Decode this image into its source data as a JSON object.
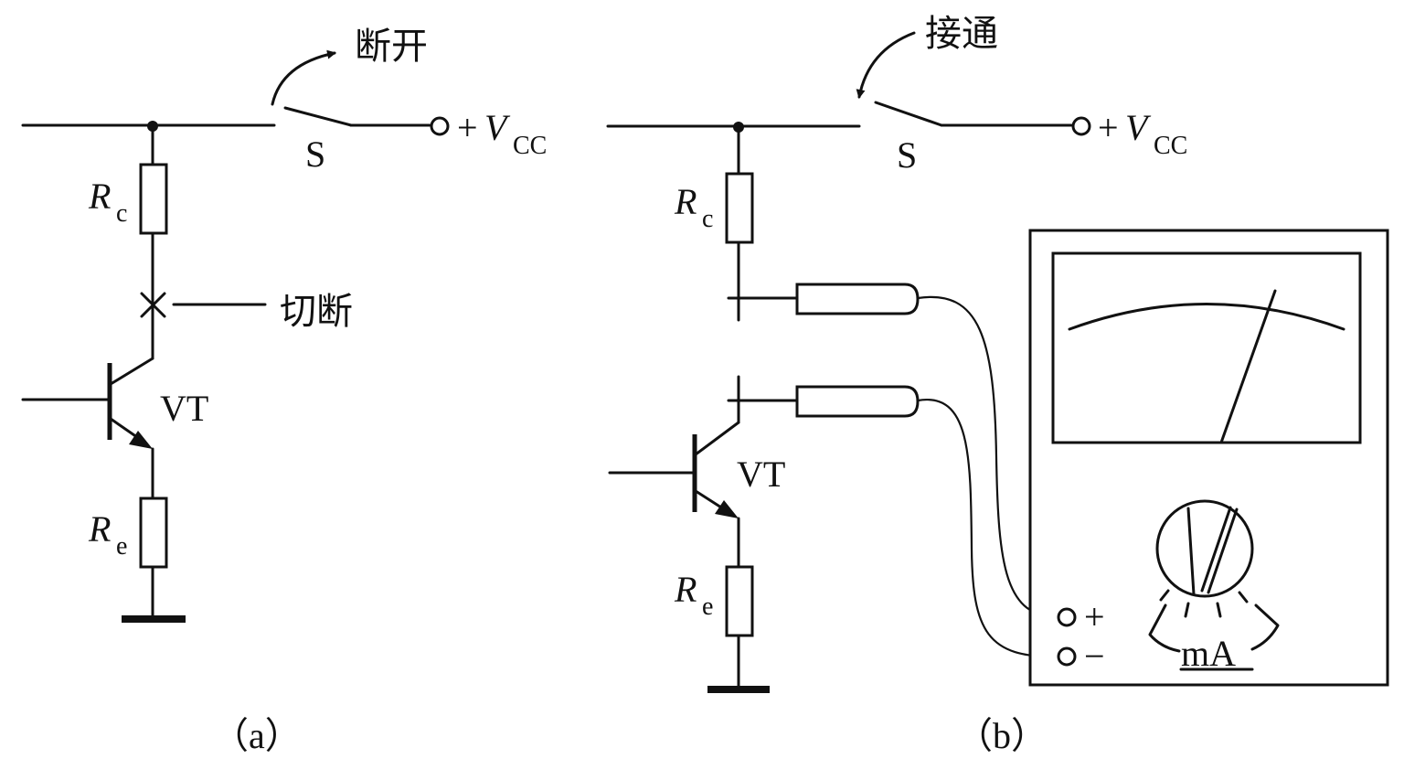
{
  "panel_a": {
    "switch_label": "S",
    "switch_state": "断开",
    "vcc_prefix": "+",
    "vcc_symbol": "V",
    "vcc_sub": "CC",
    "rc_symbol": "R",
    "rc_sub": "c",
    "cut_label": "切断",
    "transistor_label": "VT",
    "re_symbol": "R",
    "re_sub": "e",
    "caption": "（a）"
  },
  "panel_b": {
    "switch_label": "S",
    "switch_state": "接通",
    "vcc_prefix": "+",
    "vcc_symbol": "V",
    "vcc_sub": "CC",
    "rc_symbol": "R",
    "rc_sub": "c",
    "transistor_label": "VT",
    "re_symbol": "R",
    "re_sub": "e",
    "meter_plus": "+",
    "meter_minus": "−",
    "meter_unit": "mA",
    "caption": "（b）"
  }
}
